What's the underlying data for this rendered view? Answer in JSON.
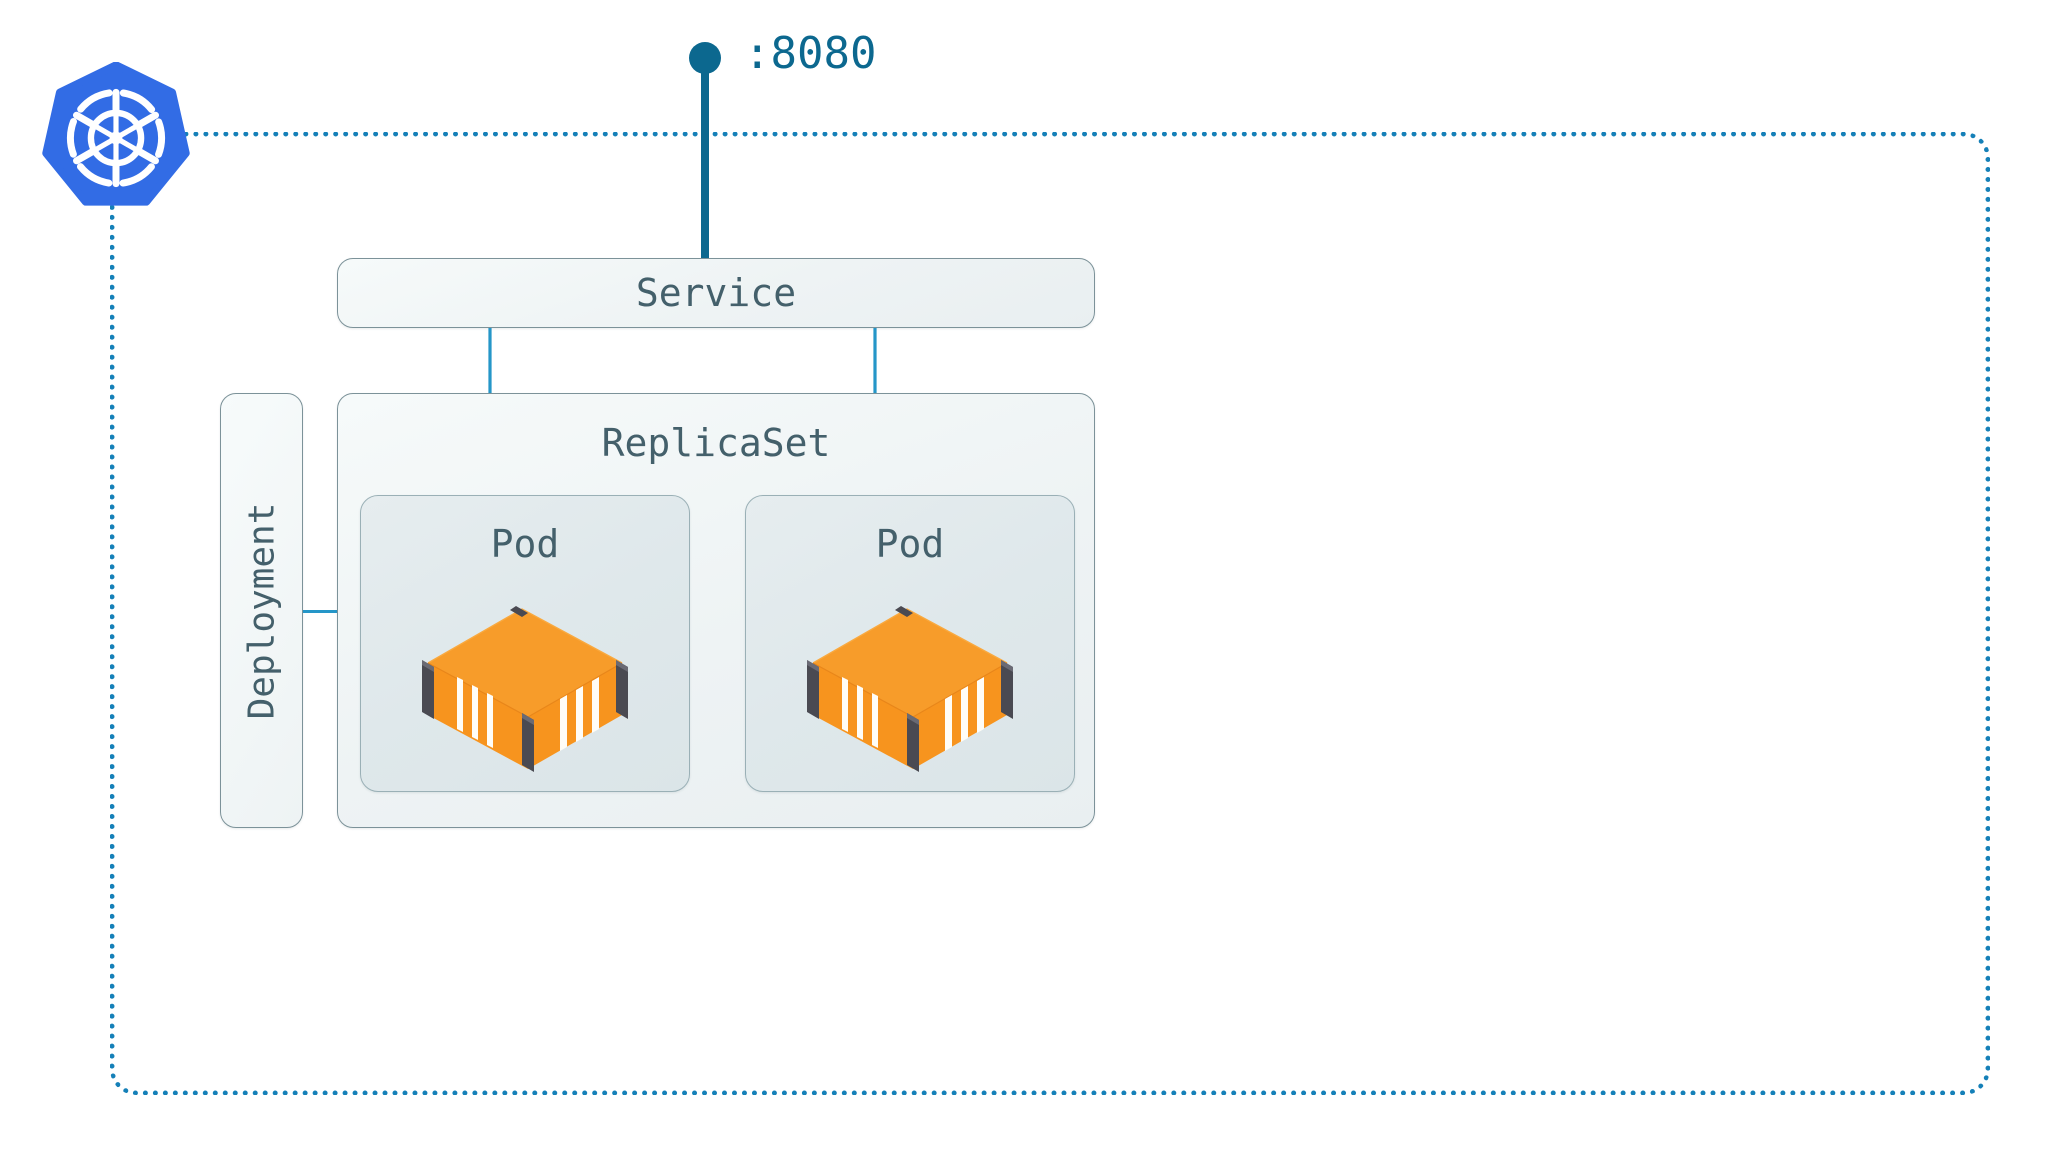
{
  "diagram": {
    "title": "Kubernetes Deployment Topology",
    "type": "architecture-diagram"
  },
  "cluster": {
    "boundary_label": "kubernetes-cluster-boundary",
    "border_color": "#1580b8",
    "border_style": "dotted"
  },
  "logo": {
    "name": "kubernetes-logo",
    "alt": "Kubernetes",
    "fill": "#326ce5",
    "helm_color": "#ffffff"
  },
  "ingress": {
    "port_label": ":8080",
    "marker_color": "#0c688f"
  },
  "nodes": {
    "service": {
      "label": "Service",
      "text_color": "#44606b"
    },
    "deployment": {
      "label": "Deployment",
      "text_color": "#44606b",
      "orientation": "vertical"
    },
    "replicaset": {
      "label": "ReplicaSet",
      "text_color": "#44606b"
    },
    "pods": [
      {
        "label": "Pod",
        "container_icon": "shipping-container-icon",
        "container_color": "#f7941e"
      },
      {
        "label": "Pod",
        "container_icon": "shipping-container-icon",
        "container_color": "#f7941e"
      }
    ]
  },
  "edges": {
    "arrow_color": "#2596c8",
    "port_line_color": "#0c688f",
    "service_to_pod_count": 2,
    "deployment_to_replicaset": true
  },
  "colors": {
    "accent_blue": "#1580b8",
    "k8s_blue": "#326ce5",
    "container_orange": "#f7941e",
    "container_orange_top": "#f79c2a",
    "container_post_dark": "#4a4a52",
    "panel_border": "#7c9299",
    "label_slate": "#44606b"
  }
}
